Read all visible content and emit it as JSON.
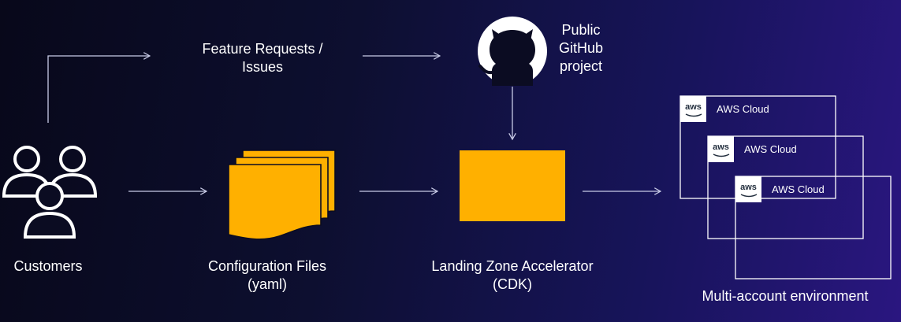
{
  "colors": {
    "accent": "#ffb000",
    "line": "#c8cbe6",
    "node_line": "#ffffff"
  },
  "diagram": {
    "customers": {
      "label": "Customers",
      "icon": "users-icon"
    },
    "feature_requests": {
      "line1": "Feature Requests /",
      "line2": "Issues"
    },
    "github": {
      "icon": "github-octocat-icon",
      "line1": "Public",
      "line2": "GitHub",
      "line3": "project"
    },
    "config_files": {
      "line1": "Configuration Files",
      "line2": "(yaml)",
      "icon": "stacked-documents-icon"
    },
    "lza": {
      "line1": "Landing Zone Accelerator",
      "line2": "(CDK)",
      "icon": "accelerator-box-icon"
    },
    "multi_account": {
      "label": "Multi-account environment",
      "clouds": [
        {
          "label": "AWS Cloud",
          "badge": "aws"
        },
        {
          "label": "AWS Cloud",
          "badge": "aws"
        },
        {
          "label": "AWS Cloud",
          "badge": "aws"
        }
      ]
    }
  }
}
